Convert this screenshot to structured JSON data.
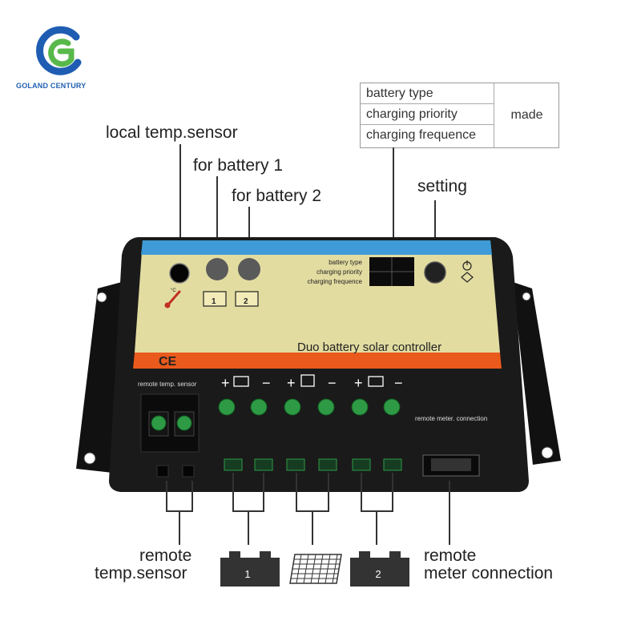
{
  "brand": {
    "name": "GOLAND CENTURY",
    "colors": {
      "blue": "#1f5db3",
      "green": "#58b94a"
    }
  },
  "info_table": {
    "rows": [
      "battery type",
      "charging priority",
      "charging frequence"
    ],
    "made": "made"
  },
  "callouts": {
    "local_temp_sensor": "local temp.sensor",
    "for_battery_1": "for battery 1",
    "for_battery_2": "for battery 2",
    "setting": "setting"
  },
  "panel": {
    "display_labels": [
      "battery type",
      "charging priority",
      "charging frequence"
    ],
    "product_name": "Duo battery solar controller",
    "ce_mark": "CE",
    "thermo_unit": "°C",
    "led_badges": [
      "1",
      "2"
    ],
    "remote_temp_label": "remote temp. sensor",
    "remote_meter_label": "remote meter. connection"
  },
  "bottom_labels": {
    "remote_temp_line1": "remote",
    "remote_temp_line2": "temp.sensor",
    "battery1": "1",
    "battery2": "2",
    "remote_meter_line1": "remote",
    "remote_meter_line2": "meter connection"
  },
  "icons": [
    "goland-logo-icon",
    "thermometer-icon",
    "battery-icon",
    "solar-panel-icon",
    "power-icon"
  ]
}
